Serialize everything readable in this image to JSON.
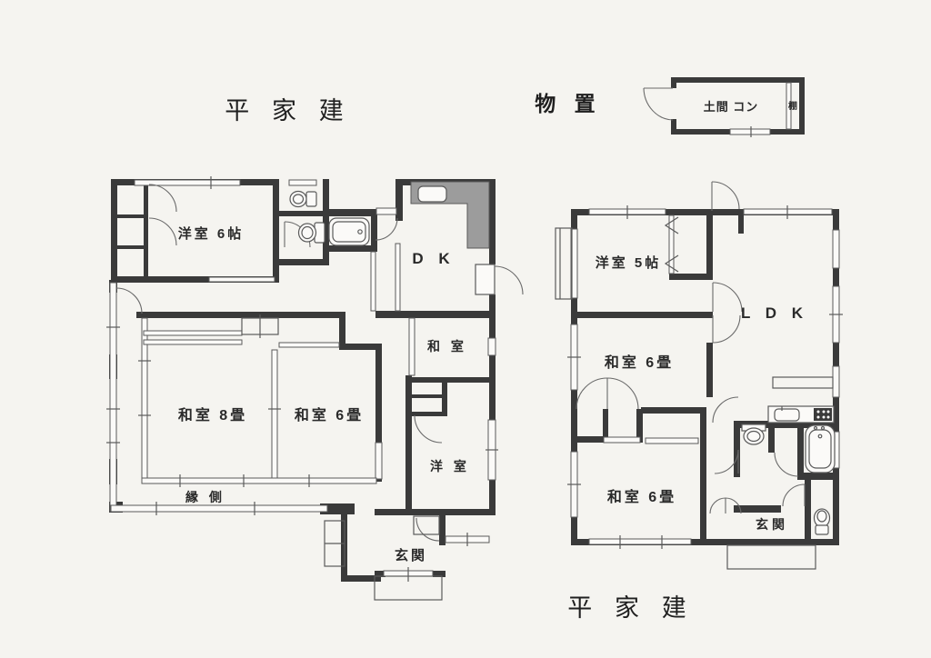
{
  "page": {
    "background": "#f5f4f0",
    "wall_color": "#3a3a3a",
    "counter_gray": "#9c9c9c"
  },
  "titles": {
    "left_building": "平 家 建",
    "right_building": "平 家 建",
    "shed": "物 置"
  },
  "shed": {
    "floor_label": "土間 コン",
    "shelf_label": "棚"
  },
  "left_plan": {
    "rooms": {
      "western1": "洋室 6帖",
      "dk": "D K",
      "washitsu_mid": "和 室",
      "washitsu8": "和室 8畳",
      "washitsu6": "和室 6畳",
      "western2": "洋 室",
      "engawa": "縁 側",
      "genkan": "玄関"
    }
  },
  "right_plan": {
    "rooms": {
      "western": "洋室 5帖",
      "ldk": "L D K",
      "washitsu_mid": "和室 6畳",
      "washitsu_bottom": "和室 6畳",
      "genkan": "玄関"
    }
  }
}
